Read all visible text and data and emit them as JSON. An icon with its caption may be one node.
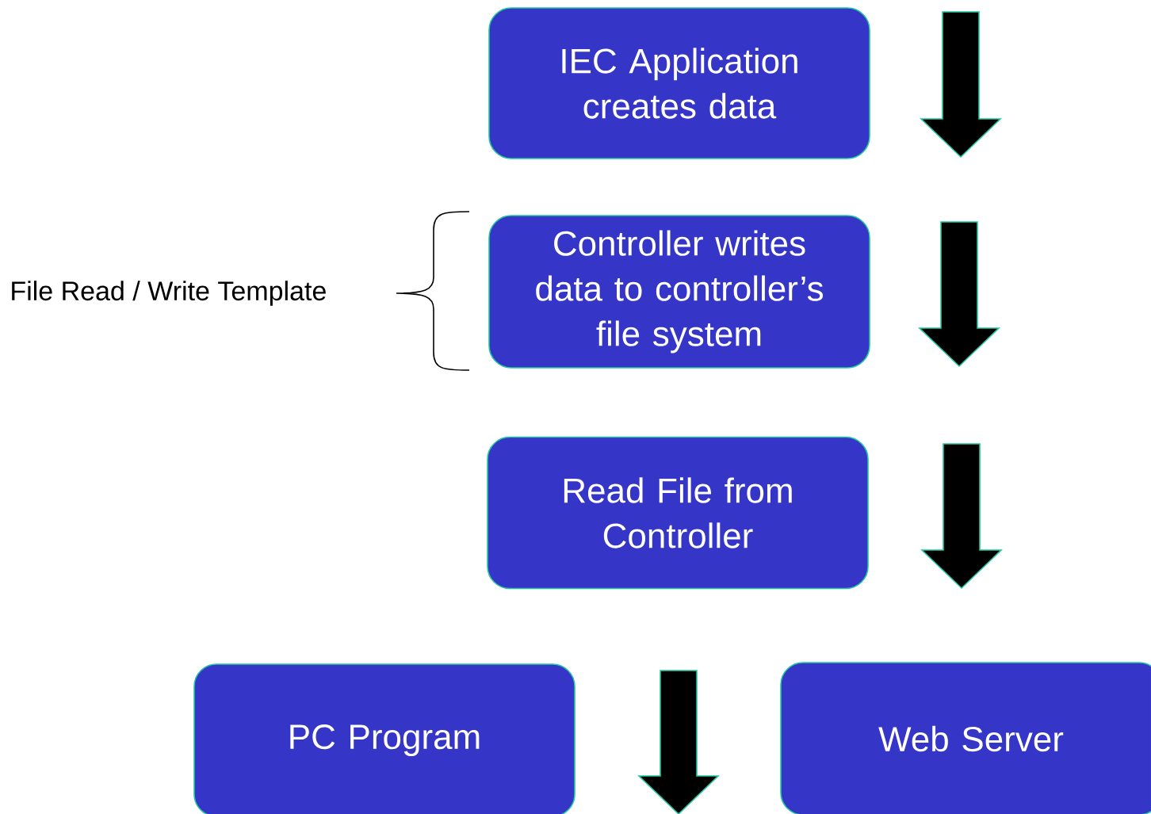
{
  "diagram": {
    "nodes": [
      {
        "text": [
          "IEC Application creates data"
        ]
      },
      {
        "text": [
          "Controller writes data to controller’s file system"
        ]
      },
      {
        "text": [
          "Read File from Controller"
        ]
      },
      {
        "text": [
          "PC Program"
        ]
      },
      {
        "text": [
          "Web Server"
        ]
      }
    ],
    "labels": [
      "File Read / Write Template"
    ]
  }
}
